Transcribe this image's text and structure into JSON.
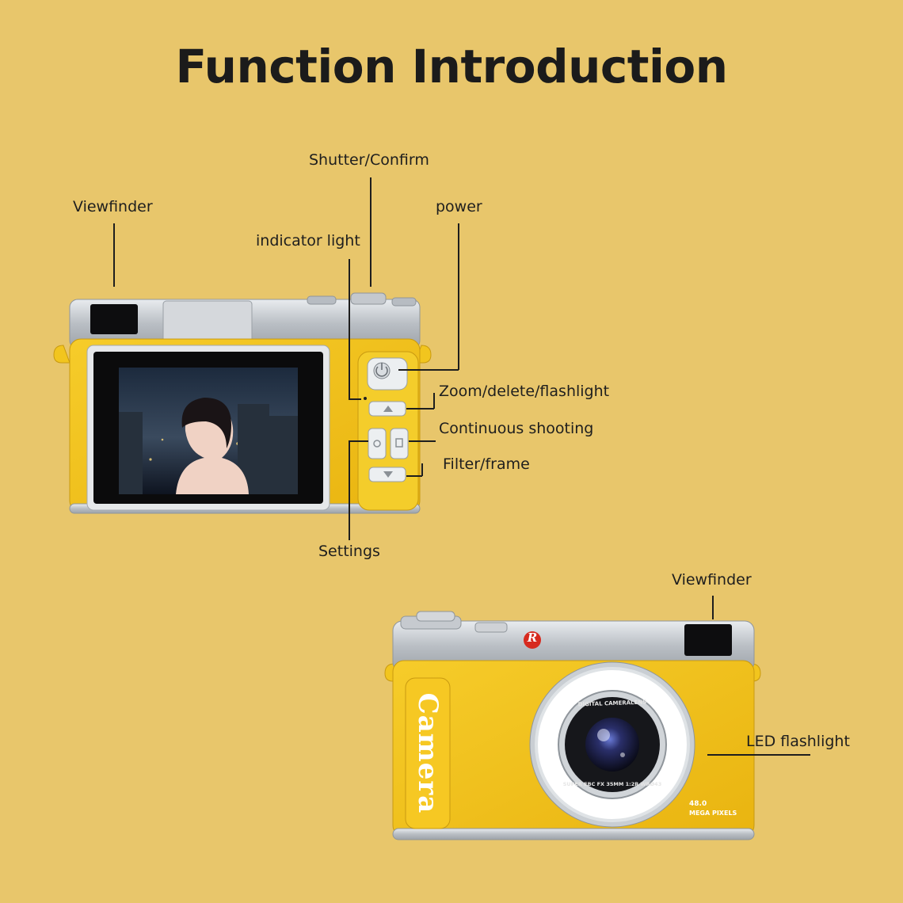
{
  "title": "Function Introduction",
  "back_labels": {
    "shutter": "Shutter/Confirm",
    "viewfinder": "Viewfinder",
    "power": "power",
    "indicator": "indicator light",
    "zoom": "Zoom/delete/flashlight",
    "continuous": "Continuous shooting",
    "filter": "Filter/frame",
    "settings": "Settings"
  },
  "front_labels": {
    "viewfinder": "Viewfinder",
    "led": "LED flashlight"
  },
  "camera_front": {
    "logo_letter": "R",
    "grip_text": "Camera",
    "lens_ring_top": "DIGITAL CAMERALENS",
    "lens_ring_bottom": "SUPER EBC FX 35MM 1:2R WRØ43",
    "megapixels": "48.0",
    "megapixels_unit": "MEGA PIXELS"
  },
  "colors": {
    "background": "#E8C66B",
    "body_yellow": "#F2C51E",
    "silver": "#C9CDD1",
    "text": "#1E1E1E"
  }
}
